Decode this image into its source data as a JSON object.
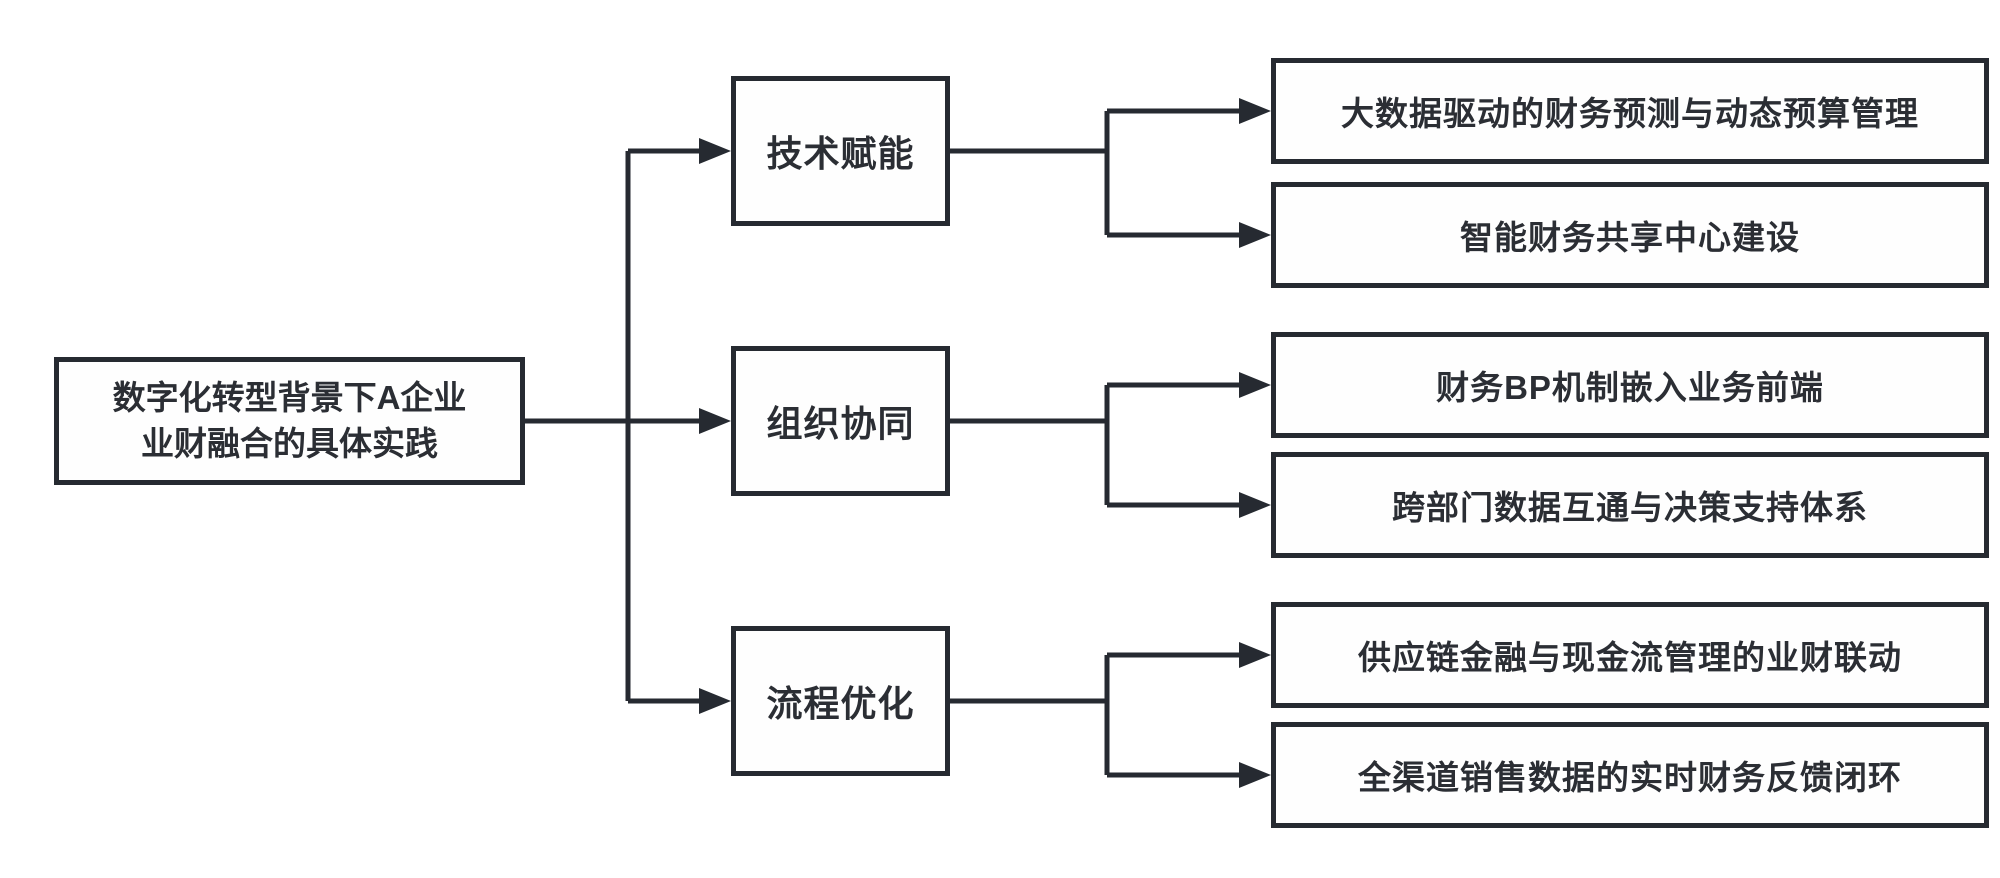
{
  "diagram": {
    "root": {
      "lines": [
        "数字化转型背景下A企业",
        "业财融合的具体实践"
      ]
    },
    "branches": [
      {
        "label": "技术赋能",
        "children": [
          "大数据驱动的财务预测与动态预算管理",
          "智能财务共享中心建设"
        ]
      },
      {
        "label": "组织协同",
        "children": [
          "财务BP机制嵌入业务前端",
          "跨部门数据互通与决策支持体系"
        ]
      },
      {
        "label": "流程优化",
        "children": [
          "供应链金融与现金流管理的业财联动",
          "全渠道销售数据的实时财务反馈闭环"
        ]
      }
    ],
    "colors": {
      "line": "#262a31",
      "text": "#2b2e34",
      "box_fill": "#fefefe",
      "background": "#ffffff"
    }
  }
}
